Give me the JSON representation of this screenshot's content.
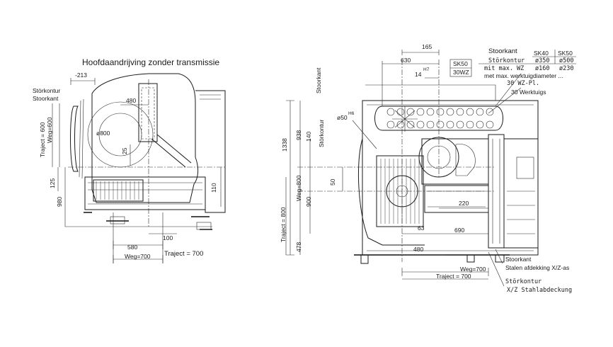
{
  "left_view": {
    "title": "Hoofdaandrijving zonder transmissie",
    "stoerkontur": "Störkontur",
    "stoorkant": "Stoorkant",
    "dims": {
      "d213": "-213",
      "d480": "480",
      "d800": "ø800",
      "d25": "25",
      "d110": "110",
      "d125": "125",
      "d980": "980",
      "d100": "100",
      "d580": "580",
      "weg700": "Weg=700",
      "traject700": "Traject = 700",
      "traject600": "Traject = 600",
      "weg600": "Weg=600"
    }
  },
  "right_view": {
    "stoorkant_top": "Stoorkant",
    "stoorkant_side": "Stoorkant",
    "stoerkontur_side": "Störkontur",
    "d165": "165",
    "d630": "630",
    "d14": "14",
    "h7": "H7",
    "sk50_box_1": "SK50",
    "sk50_box_2": "30WZ",
    "spec_table": {
      "header": [
        "SK40",
        "SK50"
      ],
      "row1": [
        "Störkontur",
        "ø350",
        "ø500"
      ],
      "row2": [
        "mit max. WZ",
        "ø160",
        "ø230"
      ],
      "row3": "met max. werktuigdiameter ...",
      "row4": "30 WZ-Pl.",
      "row5": "30 Werktuigs"
    },
    "d50h6": "ø50",
    "h6": "H6",
    "d140": "140",
    "d938": "938",
    "d1338": "1338",
    "d50": "50",
    "weg800": "Weg=800",
    "d900": "900",
    "traject800": "Traject = 800",
    "d478": "478",
    "d220": "220",
    "d63": "63",
    "d690": "690",
    "d480": "480",
    "bottom_stoorkant": "Stoorkant",
    "bottom_cover": "Stalen afdekking X/Z-as",
    "weg700": "Weg=700",
    "traject700": "Traject = 700",
    "bottom_stoerkontur": "Störkontur",
    "bottom_stahl": "X/Z Stahlabdeckung"
  }
}
